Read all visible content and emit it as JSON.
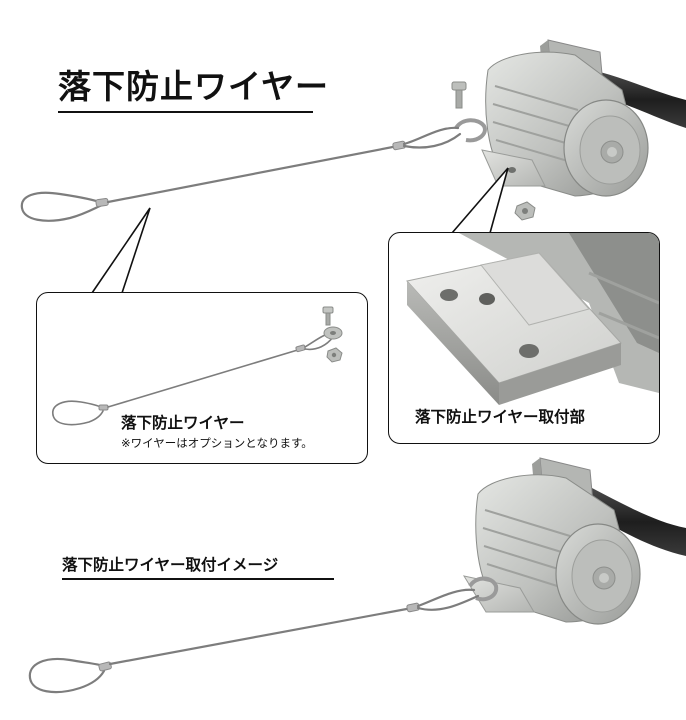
{
  "header": {
    "title": "落下防止ワイヤー"
  },
  "callout_left": {
    "label": "落下防止ワイヤー",
    "note": "※ワイヤーはオプションとなります。"
  },
  "callout_right": {
    "label": "落下防止ワイヤー取付部"
  },
  "install_image": {
    "title": "落下防止ワイヤー取付イメージ"
  },
  "colors": {
    "motor_body": "#c9cbc8",
    "motor_shadow": "#8f918e",
    "wire": "#7a7a7a",
    "cable": "#2a2a2a",
    "outline": "#111111"
  }
}
